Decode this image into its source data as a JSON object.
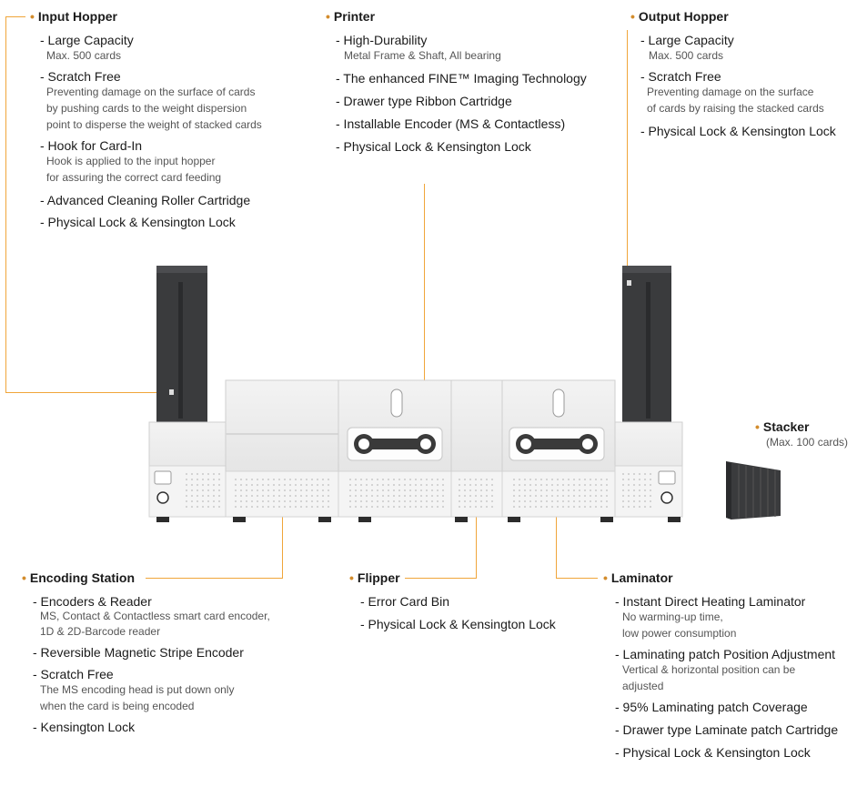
{
  "sections": {
    "input_hopper": {
      "title": "Input Hopper",
      "items": [
        {
          "label": "- Large Capacity",
          "desc": "Max. 500 cards"
        },
        {
          "label": "- Scratch Free",
          "desc": "Preventing damage on the surface of cards\nby pushing cards to the weight dispersion\npoint to disperse the weight of stacked cards"
        },
        {
          "label": "- Hook for Card-In",
          "desc": "Hook is applied to the input hopper\nfor assuring the correct card feeding"
        },
        {
          "label": "- Advanced Cleaning Roller Cartridge"
        },
        {
          "label": "- Physical Lock & Kensington Lock"
        }
      ]
    },
    "printer": {
      "title": "Printer",
      "items": [
        {
          "label": "- High-Durability",
          "desc": "Metal Frame & Shaft, All bearing"
        },
        {
          "label": "- The enhanced FINE™ Imaging Technology"
        },
        {
          "label": "- Drawer type Ribbon Cartridge"
        },
        {
          "label": "- Installable Encoder (MS & Contactless)"
        },
        {
          "label": "- Physical Lock & Kensington Lock"
        }
      ]
    },
    "output_hopper": {
      "title": "Output Hopper",
      "items": [
        {
          "label": "- Large Capacity",
          "desc": "Max. 500 cards"
        },
        {
          "label": "- Scratch Free",
          "desc": "Preventing damage on the surface\nof cards by raising the stacked cards"
        },
        {
          "label": "- Physical Lock & Kensington Lock"
        }
      ]
    },
    "stacker": {
      "title": "Stacker",
      "desc": "(Max. 100 cards)"
    },
    "encoding_station": {
      "title": "Encoding Station",
      "items": [
        {
          "label": "- Encoders & Reader",
          "desc": "MS, Contact & Contactless smart card encoder,\n1D & 2D-Barcode reader"
        },
        {
          "label": "- Reversible Magnetic Stripe Encoder"
        },
        {
          "label": "- Scratch Free",
          "desc": "The MS encoding head is put down only\nwhen the card is being encoded"
        },
        {
          "label": "- Kensington Lock"
        }
      ]
    },
    "flipper": {
      "title": "Flipper",
      "items": [
        {
          "label": "- Error Card Bin"
        },
        {
          "label": "- Physical Lock & Kensington Lock"
        }
      ]
    },
    "laminator": {
      "title": "Laminator",
      "items": [
        {
          "label": "- Instant Direct Heating Laminator",
          "desc": "No warming-up time,\nlow power consumption"
        },
        {
          "label": "- Laminating patch Position Adjustment",
          "desc": "Vertical & horizontal position can be\nadjusted"
        },
        {
          "label": "- 95% Laminating patch Coverage"
        },
        {
          "label": "- Drawer type Laminate patch Cartridge"
        },
        {
          "label": "- Physical Lock & Kensington Lock"
        }
      ]
    }
  },
  "colors": {
    "accent": "#f0a53a",
    "bullet": "#d38c2c",
    "body_light": "#ececec",
    "hopper_dark": "#3a3b3d"
  }
}
